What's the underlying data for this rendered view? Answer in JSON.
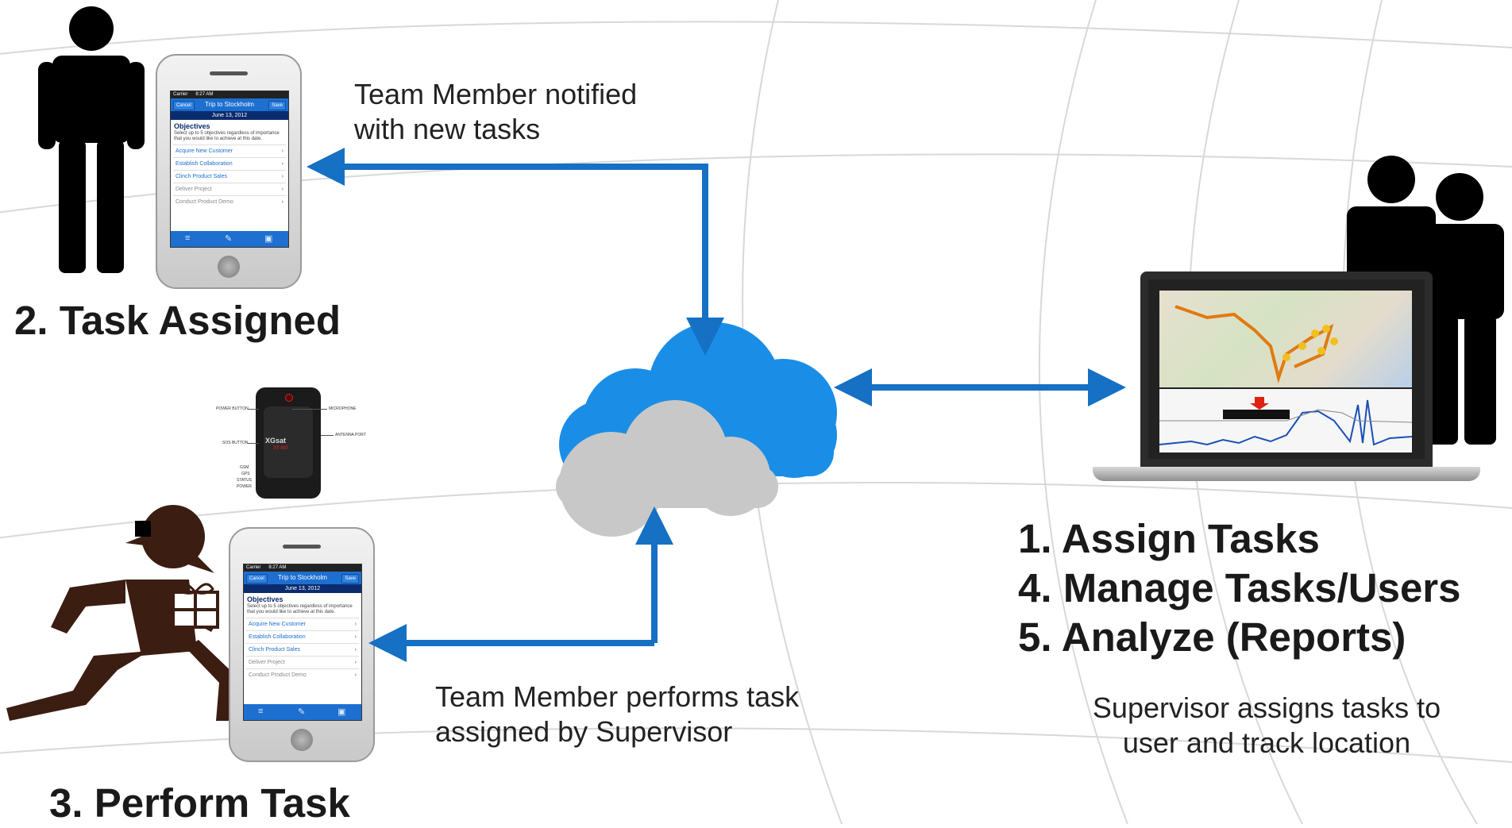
{
  "captions": {
    "notified": [
      "Team Member notified",
      "with new tasks"
    ],
    "performs": [
      "Team Member performs task",
      "assigned by Supervisor"
    ],
    "supervisor": [
      "Supervisor assigns tasks to",
      "user and track location"
    ]
  },
  "headings": {
    "task_assigned": "2. Task Assigned",
    "perform_task": "3. Perform Task",
    "supervisor_steps": [
      "1. Assign Tasks",
      "4. Manage Tasks/Users",
      "5. Analyze (Reports)"
    ]
  },
  "phone_screen": {
    "status_carrier": "Carrier",
    "status_time": "8:27 AM",
    "nav_cancel": "Cancel",
    "nav_title": "Trip to Stockholm",
    "nav_save": "Save",
    "date": "June 13, 2012",
    "objectives_title": "Objectives",
    "objectives_desc": "Select up to 5 objectives regardless of importance that you would like to achieve at this date.",
    "items": [
      "Acquire New Customer",
      "Establish Collaboration",
      "Clinch Product Sales",
      "Deliver Project",
      "Conduct Product Demo"
    ]
  },
  "tracker": {
    "brand": "XGsat",
    "model": "XT-007",
    "labels": [
      "POWER BUTTON",
      "MICROPHONE",
      "SOS BUTTON",
      "ANTENNA PORT",
      "GSM",
      "GPS",
      "STATUS",
      "POWER"
    ]
  },
  "colors": {
    "arrow": "#1670c4",
    "cloud_blue": "#1a8ee6",
    "cloud_gray": "#c8c8c8",
    "figure": "#000000",
    "runner": "#3b1d12"
  },
  "icons": [
    "person-icon",
    "supervisors-icon",
    "runner-icon",
    "cloud-icon",
    "phone-icon",
    "laptop-icon",
    "gps-tracker-icon"
  ]
}
